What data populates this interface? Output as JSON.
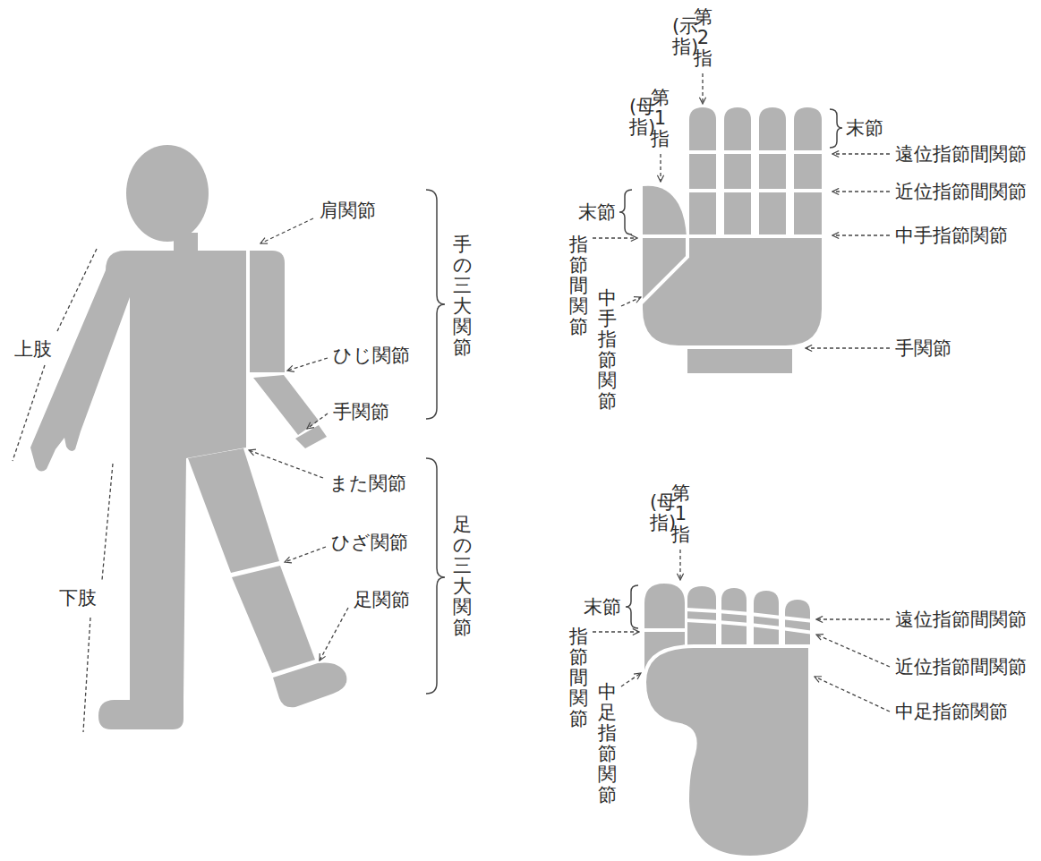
{
  "diagram": {
    "labels": [
      "肩関節",
      "ひじ関節",
      "手関節",
      "また関節",
      "ひざ関節",
      "足関節",
      "手の三大関節",
      "足の三大関節",
      "上肢",
      "下肢",
      "第2指",
      "(示指)",
      "第1指",
      "(母指)",
      "末節",
      "遠位指節間関節",
      "近位指節間関節",
      "中手指節関節",
      "末節",
      "指節間関節",
      "中手指節関節",
      "手関節",
      "第1指",
      "(母指)",
      "末節",
      "指節間関節",
      "中足指節関節",
      "遠位指節間関節",
      "近位指節間関節",
      "中足指節関節"
    ]
  }
}
